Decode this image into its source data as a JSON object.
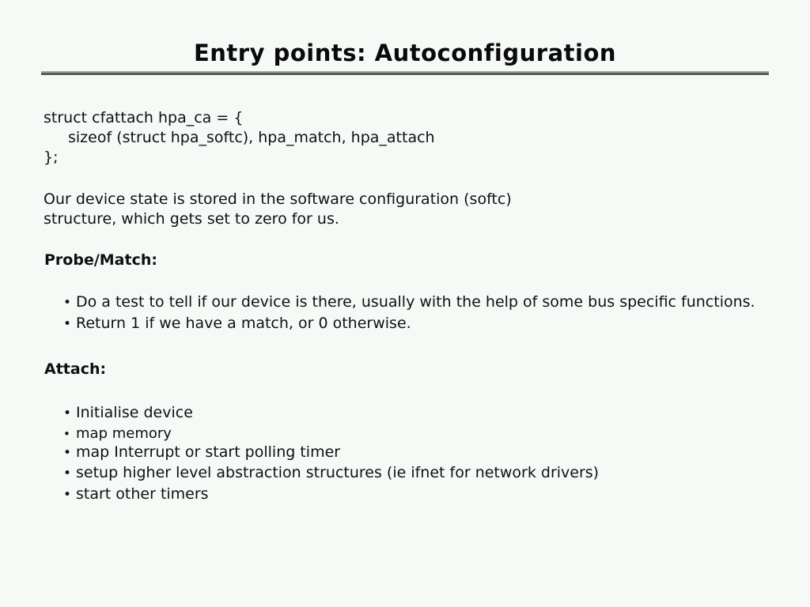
{
  "slide": {
    "title": "Entry points: Autoconfiguration",
    "background_color": "#f6faf7",
    "text_color": "#101010",
    "rule": {
      "light_color": "#9fa99f",
      "dark_color": "#555e55"
    },
    "code_block": {
      "lines": [
        "struct cfattach hpa_ca = {",
        "sizeof (struct hpa_softc), hpa_match, hpa_attach",
        "};"
      ]
    },
    "paragraph": {
      "lines": [
        "Our device state is stored in the software configuration (softc)",
        "structure, which gets set to zero for us."
      ]
    },
    "sections": [
      {
        "heading": "Probe/Match:",
        "bullets": [
          "Do a test to tell if our device is there, usually with the help of some bus specific functions.",
          "Return 1 if we have a match, or 0 otherwise."
        ]
      },
      {
        "heading": "Attach:",
        "bullets": [
          "Initialise device",
          "map memory",
          "map Interrupt or start polling timer",
          "setup higher level abstraction structures (ie ifnet for network drivers)",
          "start other timers"
        ]
      }
    ]
  }
}
